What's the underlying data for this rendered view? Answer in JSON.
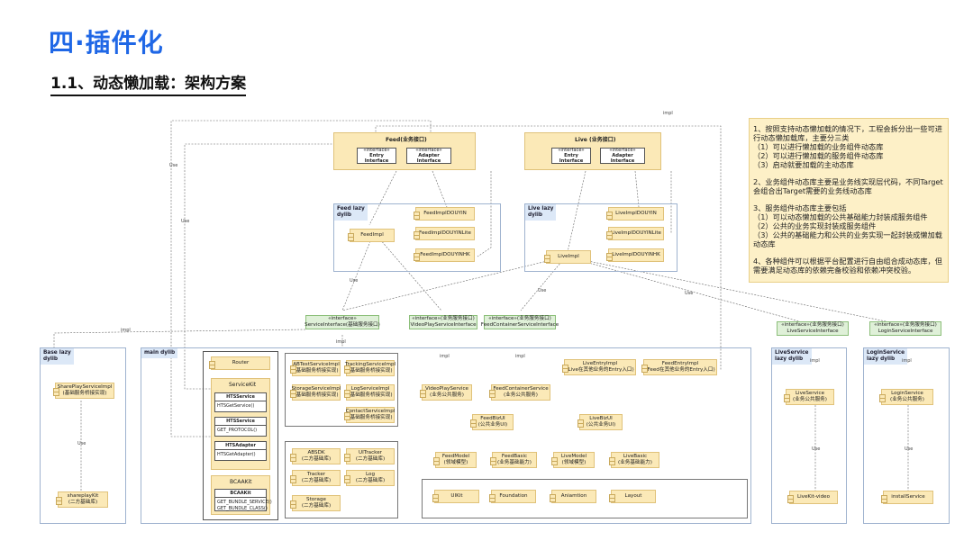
{
  "page": {
    "title": "四·插件化",
    "subtitle": "1.1、动态懒加载：架构方案"
  },
  "colors": {
    "title": "#1f67e6",
    "component_fill": "#fbe9b7",
    "interface_fill": "#dff0d8",
    "group_label_fill": "#dce8f7",
    "note_fill": "#fdf0c7"
  },
  "diagram": {
    "feed_interface": {
      "title": "Feed(业务接口)",
      "entry": [
        "«interface»",
        "Entry Interface"
      ],
      "adapter": [
        "«interface»",
        "Adapter Interface"
      ]
    },
    "live_interface": {
      "title": "Live (业务接口)",
      "entry": [
        "«interface»",
        "Entry Interface"
      ],
      "adapter": [
        "«interface»",
        "Adapter Interface"
      ]
    },
    "feed_lazy": {
      "label": "Feed lazy\ndylib",
      "impl": "FeedImpl",
      "douyin": "FeedImplDOUYIN",
      "lite": "FeedImplDOUYINLite",
      "hk": "FeedImplDOUYINHK"
    },
    "live_lazy": {
      "label": "Live lazy\ndylib",
      "impl": "LiveImpl",
      "douyin": "LiveImplDOUYIN",
      "lite": "LiveImplDOUYINLite",
      "hk": "LiveImplDOUYINHK"
    },
    "interfaces": {
      "service": "«interface»\nServiceInterface(基础服务接口)",
      "video": "«interface»(业务服务接口)\nVideoPlayServiceInterface",
      "feedcontainer": "«interface»(业务服务接口)\nFeedContainerServiceInterface",
      "live": "«interface»(业务服务接口)\nLiveServiceInterface",
      "login": "«interface»(业务服务接口)\nLoginServiceInterface"
    },
    "base_lazy": {
      "label": "Base lazy\ndylib",
      "shareplay": "SharePlayServiceImpl\n(基础服务桥接实现)",
      "sharekit": "shareplayKit\n(二方基础库)"
    },
    "main": {
      "label": "main dylib",
      "router": "Router",
      "servicekit": "ServiceKit",
      "kit1_h": "HTSService",
      "kit1_b": "HTSGetService()",
      "kit2_h": "HTSService",
      "kit2_b": "GET_PROTOCOL()",
      "kit3_h": "HTSAdapter",
      "kit3_b": "HTSGetAdapter()",
      "bcaakit": "BCAAKit",
      "kit4_h": "BCAAKit",
      "kit4_b": "GET_BUNDLE_SERVICE()\nGET_BUNDLE_CLASS()",
      "abtest": "ABTestServiceImpl\n(基础服务桥接实现)",
      "tracking": "TrackingServiceImpl\n(基础服务桥接实现)",
      "storage_impl": "StorageServiceImpl\n(基础服务桥接实现)",
      "log_impl": "LogServiceImpl\n(基础服务桥接实现)",
      "contact_impl": "ContactServiceImpl\n(基础服务桥接实现)",
      "absdk": "ABSDK\n(二方基础库)",
      "uitracker": "UITracker\n(二方基础库)",
      "tracker": "Tracker\n(二方基础库)",
      "log": "Log\n(二方基础库)",
      "storage": "Storage\n(二方基础库)",
      "videoplay": "VideoPlayService\n(业务公共服务)",
      "feedcontainer": "FeedContainerService\n(业务公共服务)",
      "liveentry": "LiveEntryImpl\n(Live在其他业务的Entry入口)",
      "feedentry": "FeedEntryImpl\n(Feed在其他业务的Entry入口)",
      "feedbizui": "FeedBizUI\n(公共业务UI)",
      "livebizui": "LiveBizUI\n(公共业务UI)",
      "feedmodel": "FeedModel\n(领域模型)",
      "feedbasic": "FeedBasic\n(业务基础能力)",
      "livemodel": "LiveModel\n(领域模型)",
      "livebasic": "LiveBasic\n(业务基础能力)",
      "uikit": "UIKit",
      "foundation": "Foundation",
      "aniamtion": "Aniamtion",
      "layout": "Layout"
    },
    "liveservice_lazy": {
      "label": "LiveService\nlazy dylib",
      "service": "LiveService\n(业务公共服务)",
      "kit": "LiveKit-video"
    },
    "loginservice_lazy": {
      "label": "LoginService\nlazy dylib",
      "service": "LoginService\n(业务公共服务)",
      "kit": "installService"
    },
    "edge_labels": {
      "impl": "impl",
      "use": "Use"
    }
  },
  "notes": [
    "1、按照支持动态懒加载的情况下，工程会拆分出一些可进行动态懒加载库，主要分三类\n（1）可以进行懒加载的业务组件动态库\n（2）可以进行懒加载的服务组件动态库\n（3）启动就要加载的主动态库",
    "2、业务组件动态库主要是业务线实现层代码，不同Target会组合出Target需要的业务线动态库",
    "3、服务组件动态库主要包括\n（1）可以动态懒加载的公共基础能力封装成服务组件\n（2）公共的业务实现封装成服务组件\n（3）公共的基础能力和公共的业务实现一起封装成懒加载动态库",
    "4、各种组件可以根据平台配置进行自由组合成动态库，但需要满足动态库的依赖完备校验和依赖冲突校验。"
  ]
}
